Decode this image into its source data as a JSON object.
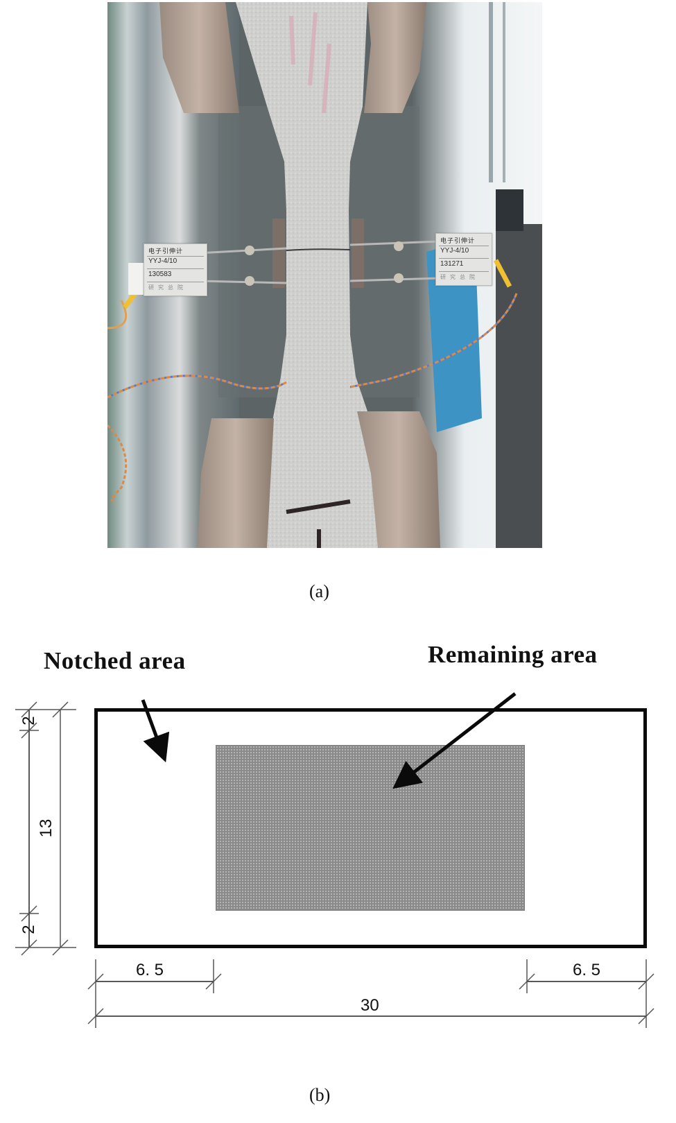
{
  "figure": {
    "panel_a": {
      "caption": "(a)",
      "photo_description": "Dog-bone specimen clamped in tensile testing grips with two electronic extensometers attached across a notch",
      "extensometer_left": {
        "title": "电子引伸计",
        "model": "YYJ-4/10",
        "serial": "130583",
        "footer": "研究总院"
      },
      "extensometer_right": {
        "title": "电子引伸计",
        "model": "YYJ-4/10",
        "serial": "131271",
        "footer": "研究总院"
      }
    },
    "panel_b": {
      "caption": "(b)",
      "labels": {
        "notched_area": "Notched  area",
        "remaining_area": "Remaining area"
      },
      "dimensions": {
        "top_margin": "2",
        "middle_height": "13",
        "bottom_margin": "2",
        "left_margin": "6. 5",
        "right_margin": "6. 5",
        "total_width": "30"
      },
      "colors": {
        "outline": "#0a0a0a",
        "remaining_fill": "#8a8a8a",
        "dimension_line": "#555555"
      }
    }
  }
}
